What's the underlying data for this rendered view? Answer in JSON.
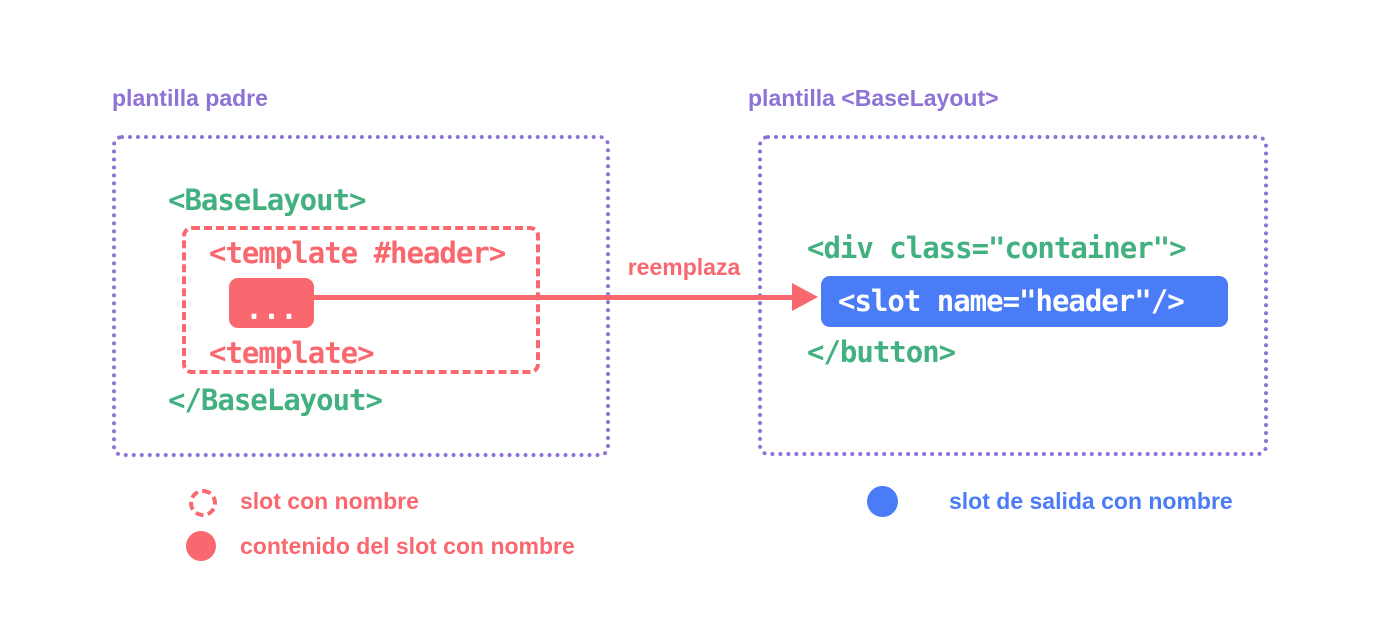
{
  "colors": {
    "purple": "#8e72d6",
    "green": "#42b17f",
    "red": "#f9686e",
    "blue": "#4b7cf7",
    "background": "#ffffff"
  },
  "left_panel": {
    "title": "plantilla padre",
    "code": {
      "open_tag": "<BaseLayout>",
      "close_tag": "</BaseLayout>"
    },
    "named_slot": {
      "template_open": "<template #header>",
      "content_placeholder": "...",
      "template_close": "<template>"
    }
  },
  "arrow": {
    "label": "reemplaza"
  },
  "right_panel": {
    "title": "plantilla <BaseLayout>",
    "code": {
      "open_tag": "<div class=\"container\">",
      "slot_outlet": "<slot name=\"header\"/>",
      "close_tag": "</button>"
    }
  },
  "legend": {
    "items": [
      {
        "label": "slot con nombre"
      },
      {
        "label": "contenido del slot con nombre"
      },
      {
        "label": "slot de salida con nombre"
      }
    ]
  }
}
